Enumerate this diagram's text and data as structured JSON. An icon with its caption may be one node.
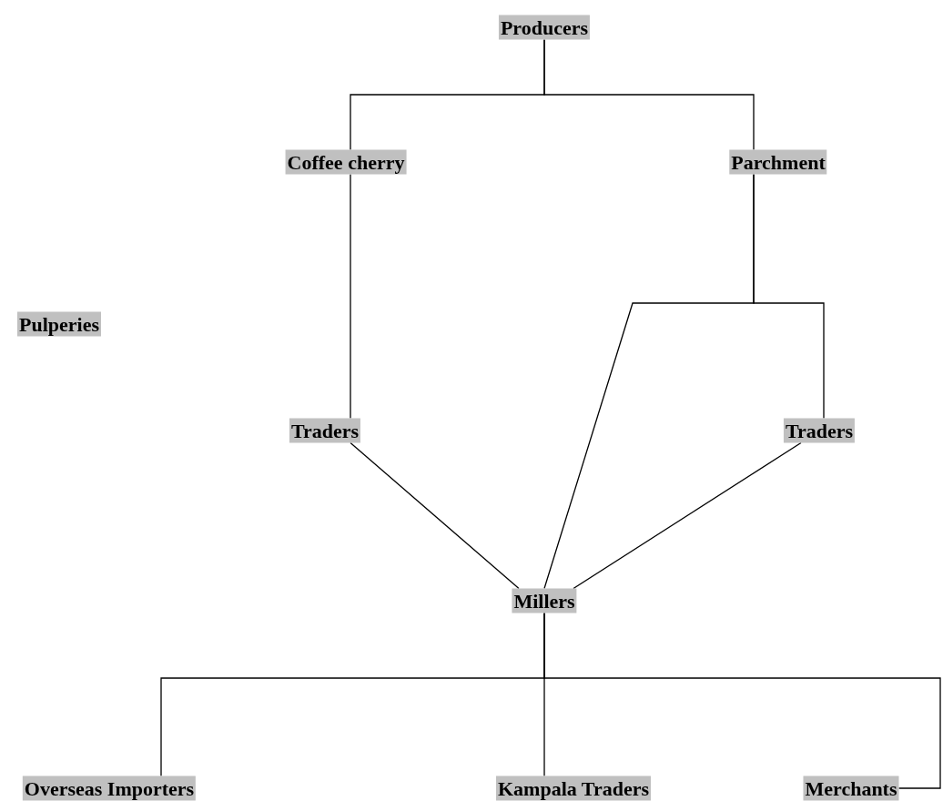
{
  "diagram": {
    "nodes": [
      {
        "text": [
          "Producers"
        ]
      },
      {
        "text": [
          "Coffee cherry"
        ]
      },
      {
        "text": [
          "Parchment"
        ]
      },
      {
        "text": [
          "Pulperies"
        ]
      },
      {
        "text": [
          "Traders"
        ]
      },
      {
        "text": [
          "Traders"
        ]
      },
      {
        "text": [
          "Millers"
        ]
      },
      {
        "text": [
          "Overseas Importers"
        ]
      },
      {
        "text": [
          "Kampala Traders"
        ]
      },
      {
        "text": [
          "Merchants"
        ]
      }
    ],
    "edges": [
      {
        "from": 0,
        "to": 1,
        "arrow": "none"
      },
      {
        "from": 0,
        "to": 2,
        "arrow": "none"
      },
      {
        "from": 1,
        "to": 4,
        "arrow": "none"
      },
      {
        "from": 2,
        "to": 6,
        "arrow": "none"
      },
      {
        "from": 2,
        "to": 5,
        "arrow": "none"
      },
      {
        "from": 4,
        "to": 6,
        "arrow": "none"
      },
      {
        "from": 5,
        "to": 6,
        "arrow": "none"
      },
      {
        "from": 6,
        "to": 7,
        "arrow": "none"
      },
      {
        "from": 6,
        "to": 8,
        "arrow": "none"
      },
      {
        "from": 6,
        "to": 9,
        "arrow": "none"
      }
    ]
  }
}
